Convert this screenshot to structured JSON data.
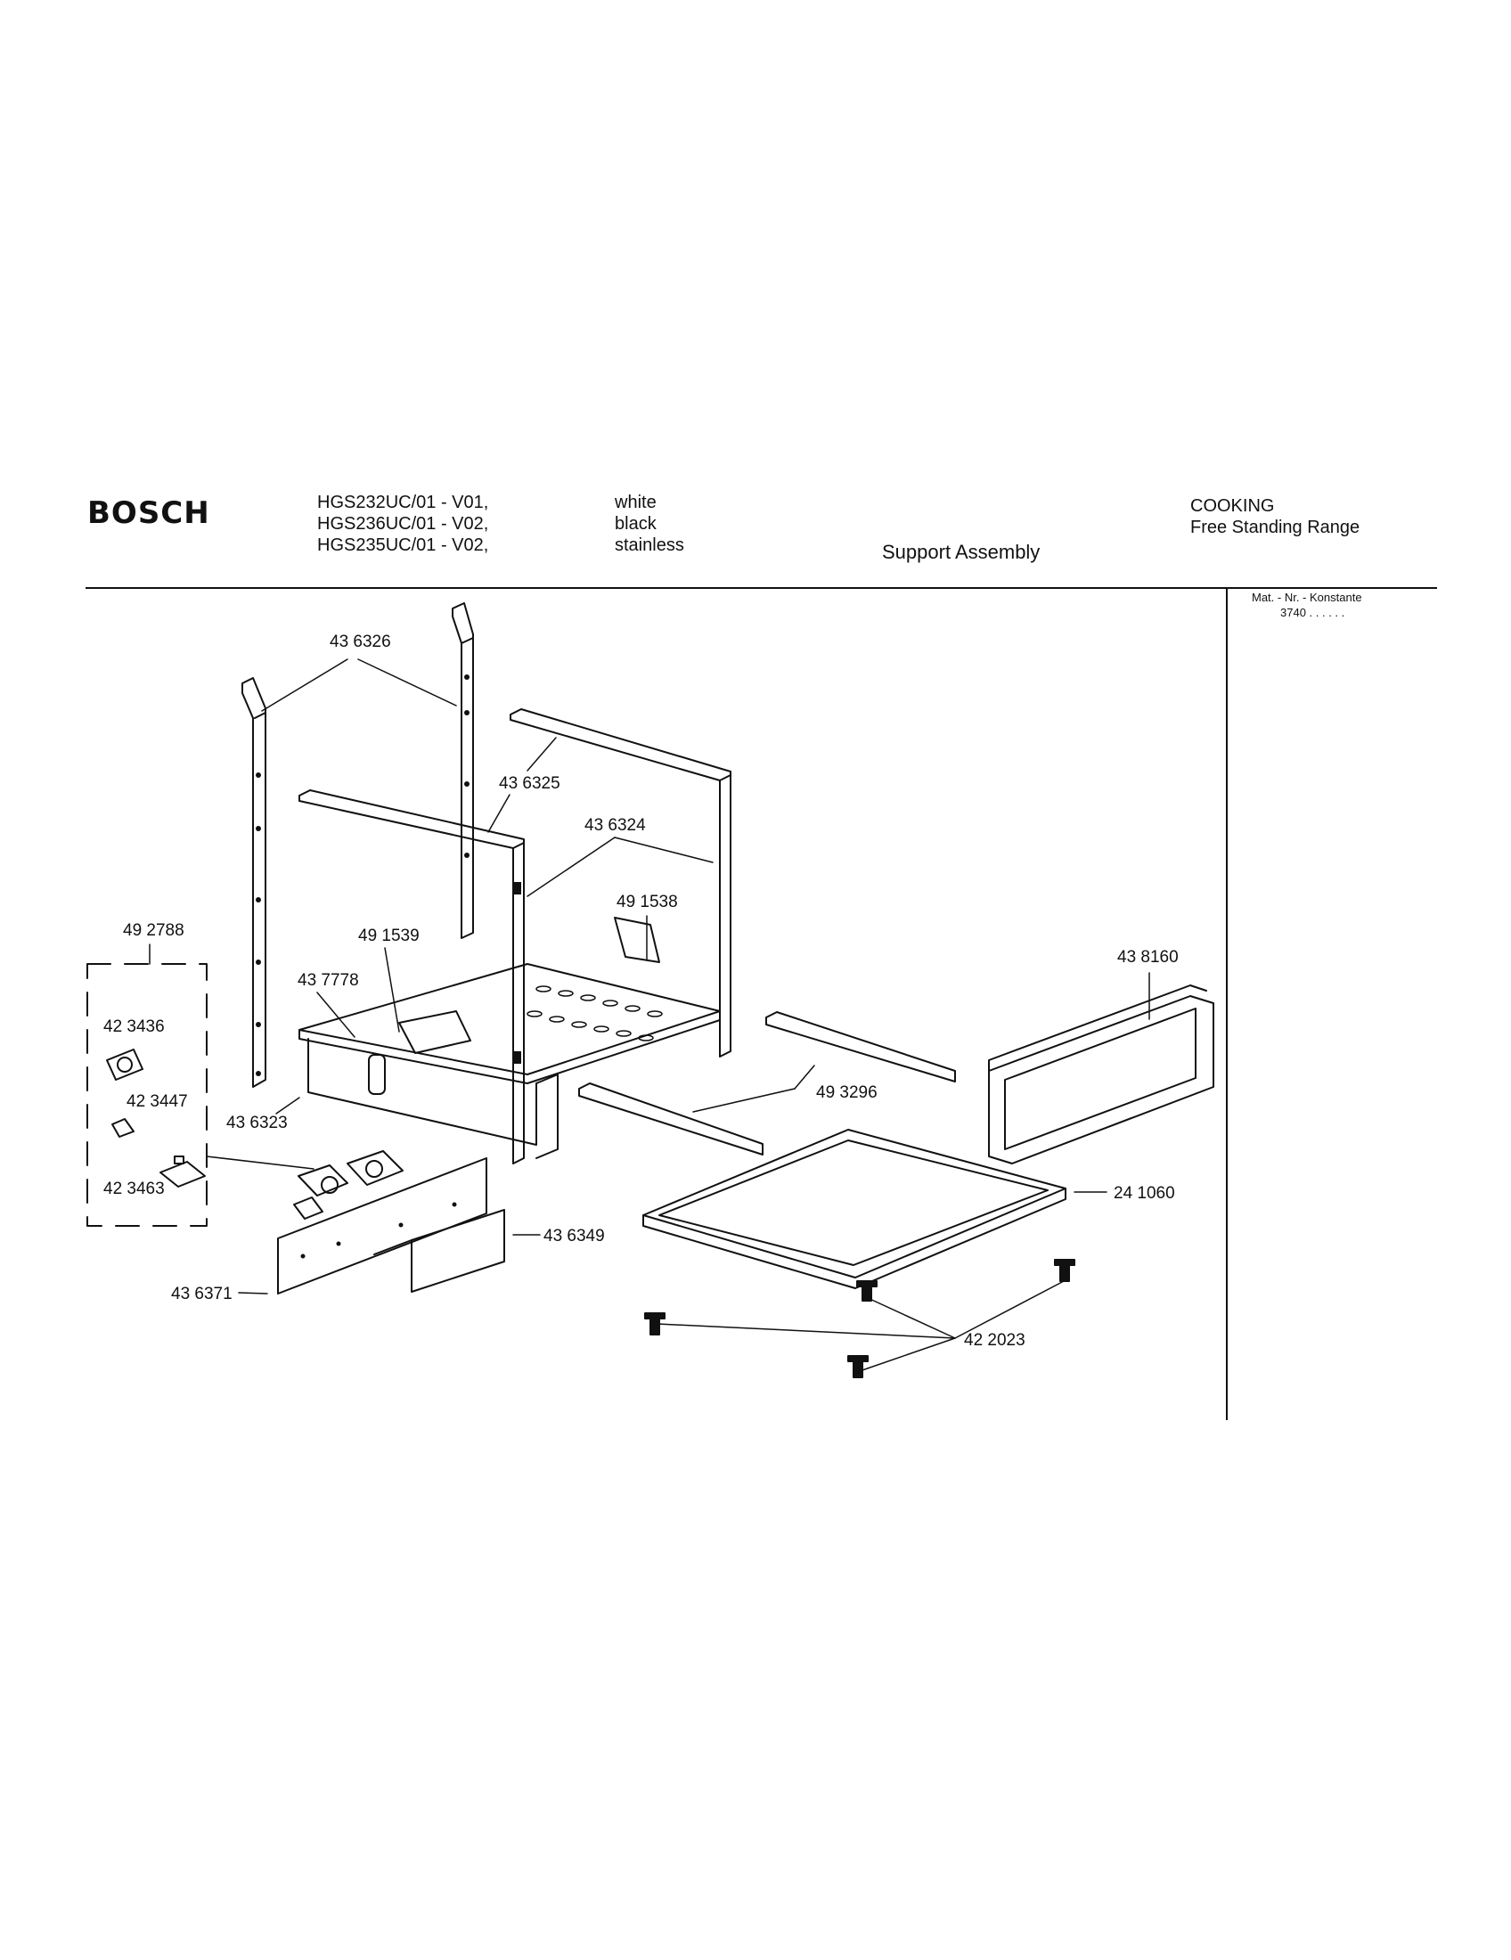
{
  "header": {
    "brand": "BOSCH",
    "models": [
      "HGS232UC/01 - V01,",
      "HGS236UC/01 - V02,",
      "HGS235UC/01 - V02,"
    ],
    "colors": [
      "white",
      "black",
      "stainless"
    ],
    "title": "Support Assembly",
    "category": "COOKING",
    "subcategory": "Free Standing Range"
  },
  "sidebar": {
    "mat_label": "Mat. - Nr. - Konstante",
    "mat_value": "3740 . .   . . . ."
  },
  "parts": [
    {
      "id": "p436326",
      "label": "43 6326"
    },
    {
      "id": "p436325",
      "label": "43 6325"
    },
    {
      "id": "p436324",
      "label": "43 6324"
    },
    {
      "id": "p491538",
      "label": "49 1538"
    },
    {
      "id": "p491539",
      "label": "49 1539"
    },
    {
      "id": "p437778",
      "label": "43 7778"
    },
    {
      "id": "p492788",
      "label": "49 2788"
    },
    {
      "id": "p423436",
      "label": "42 3436"
    },
    {
      "id": "p423447",
      "label": "42 3447"
    },
    {
      "id": "p436323",
      "label": "43 6323"
    },
    {
      "id": "p423463",
      "label": "42 3463"
    },
    {
      "id": "p436349",
      "label": "43 6349"
    },
    {
      "id": "p436371",
      "label": "43 6371"
    },
    {
      "id": "p438160",
      "label": "43 8160"
    },
    {
      "id": "p493296",
      "label": "49 3296"
    },
    {
      "id": "p241060",
      "label": "24 1060"
    },
    {
      "id": "p422023",
      "label": "42 2023"
    }
  ]
}
